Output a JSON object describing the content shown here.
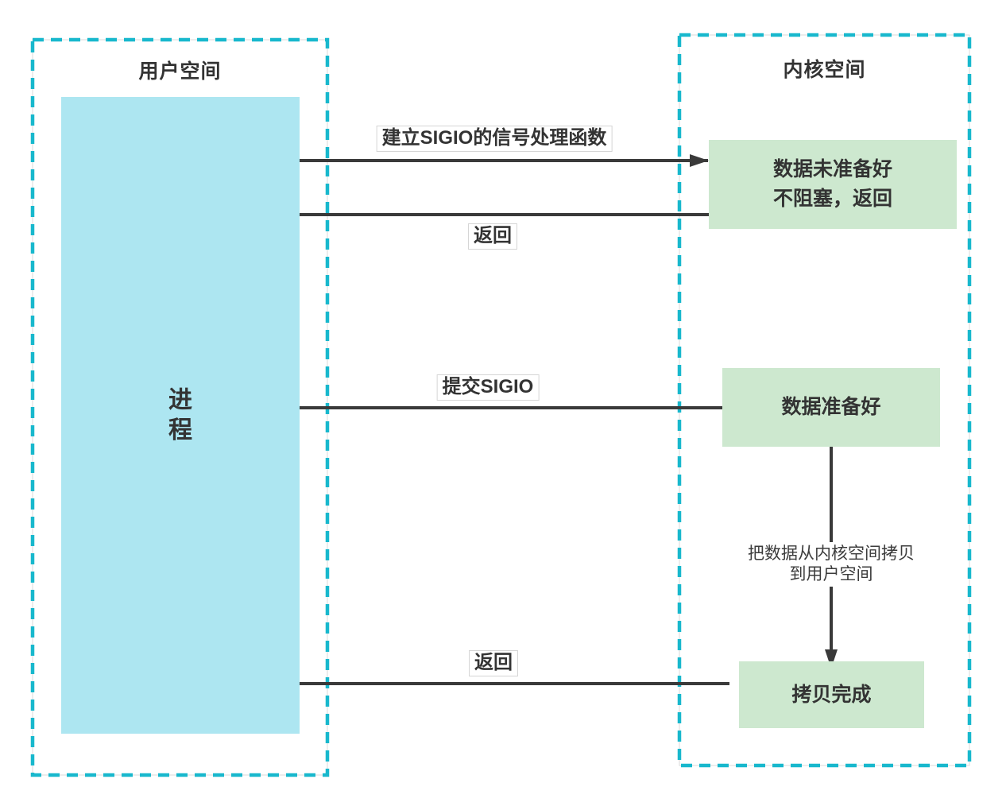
{
  "diagram": {
    "user_space": {
      "title": "用户空间",
      "process_label": "进\n程"
    },
    "kernel_space": {
      "title": "内核空间",
      "nodes": {
        "not_ready": "数据未准备好\n不阻塞，返回",
        "ready": "数据准备好",
        "copy_done": "拷贝完成"
      }
    },
    "arrow_labels": {
      "setup_sigio": "建立SIGIO的信号处理函数",
      "return_top": "返回",
      "submit_sigio": "提交SIGIO",
      "copy_note": "把数据从内核空间拷贝\n到用户空间",
      "return_bottom": "返回"
    },
    "colors": {
      "dashed_border": "#18b8cd",
      "process_fill": "#ade6f1",
      "node_fill": "#cde8cf",
      "arrow": "#3a3a3a",
      "text": "#333333",
      "label_border": "#d5d5d5",
      "page_bg": "#ffffff"
    }
  }
}
